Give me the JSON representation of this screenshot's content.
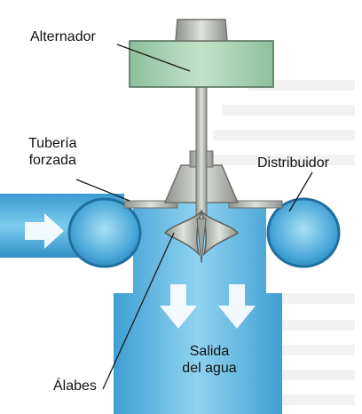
{
  "labels": {
    "alternator": "Alternador",
    "penstock_line1": "Tubería",
    "penstock_line2": "forzada",
    "distributor": "Distribuidor",
    "blades": "Álabes",
    "outlet_line1": "Salida",
    "outlet_line2": "del agua"
  },
  "colors": {
    "page_background": "#ffffff",
    "label_background": "#ffffff",
    "water": "#6fc3e8",
    "water_dark": "#2f8fc7",
    "metal": "#b9bcb6",
    "alternator_green": "#a6cfae",
    "leader_line": "#1a1a1a",
    "flow_arrow": "#ffffff"
  },
  "icons": {
    "inlet_flow": "arrow-right-icon",
    "outlet_flow": "arrow-down-icon"
  }
}
